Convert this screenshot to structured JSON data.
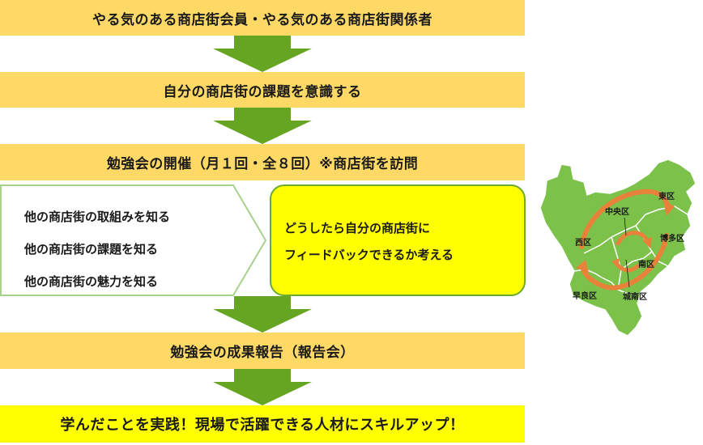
{
  "steps": {
    "members": "やる気のある商店街会員・やる気のある商店街関係者",
    "awareness": "自分の商店街の課題を意識する",
    "study": "勉強会の開催（月１回・全８回）※商店街を訪問",
    "report": "勉強会の成果報告（報告会）",
    "practice": "学んだことを実践！現場で活躍できる人材にスキルアップ！"
  },
  "learn_items": [
    "他の商店街の取組みを知る",
    "他の商店街の課題を知る",
    "他の商店街の魅力を知る"
  ],
  "feedback_lines": [
    "どうしたら自分の商店街に",
    "フィードバックできるか考える"
  ],
  "map": {
    "wards": {
      "higashi": "東区",
      "chuo": "中央区",
      "hakata": "博多区",
      "nishi": "西区",
      "minami": "南区",
      "sawara": "早良区",
      "jonan": "城南区"
    }
  },
  "colors": {
    "band": "#ffd966",
    "highlight": "#ffff00",
    "arrow": "#66a521",
    "map_land": "#7cc24a",
    "map_arrow": "#e8823a"
  }
}
